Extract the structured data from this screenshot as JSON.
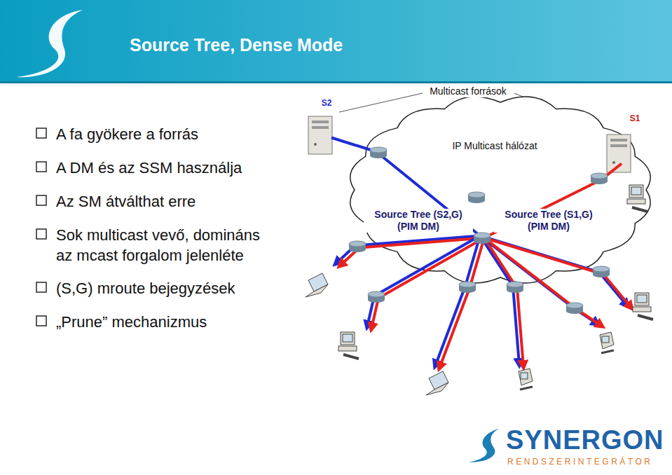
{
  "diagram": {
    "title": "Source Tree, Dense Mode",
    "nodes": [
      {
        "text": [
          "IP Multicast hálózat"
        ]
      }
    ],
    "labels": [
      "A fa gyökere a forrás",
      "A DM és az SSM használja",
      "Az SM átválthat erre",
      "Sok multicast vevő, domináns az mcast forgalom jelenléte",
      "(S,G) mroute bejegyzések",
      "„Prune” mechanizmus",
      "Multicast források",
      "S2",
      "S1",
      "Source Tree (S2,G) (PIM DM)",
      "Source Tree (S1,G) (PIM DM)",
      "SYNERGON",
      "RENDSZERINTEGRÁTOR"
    ]
  }
}
